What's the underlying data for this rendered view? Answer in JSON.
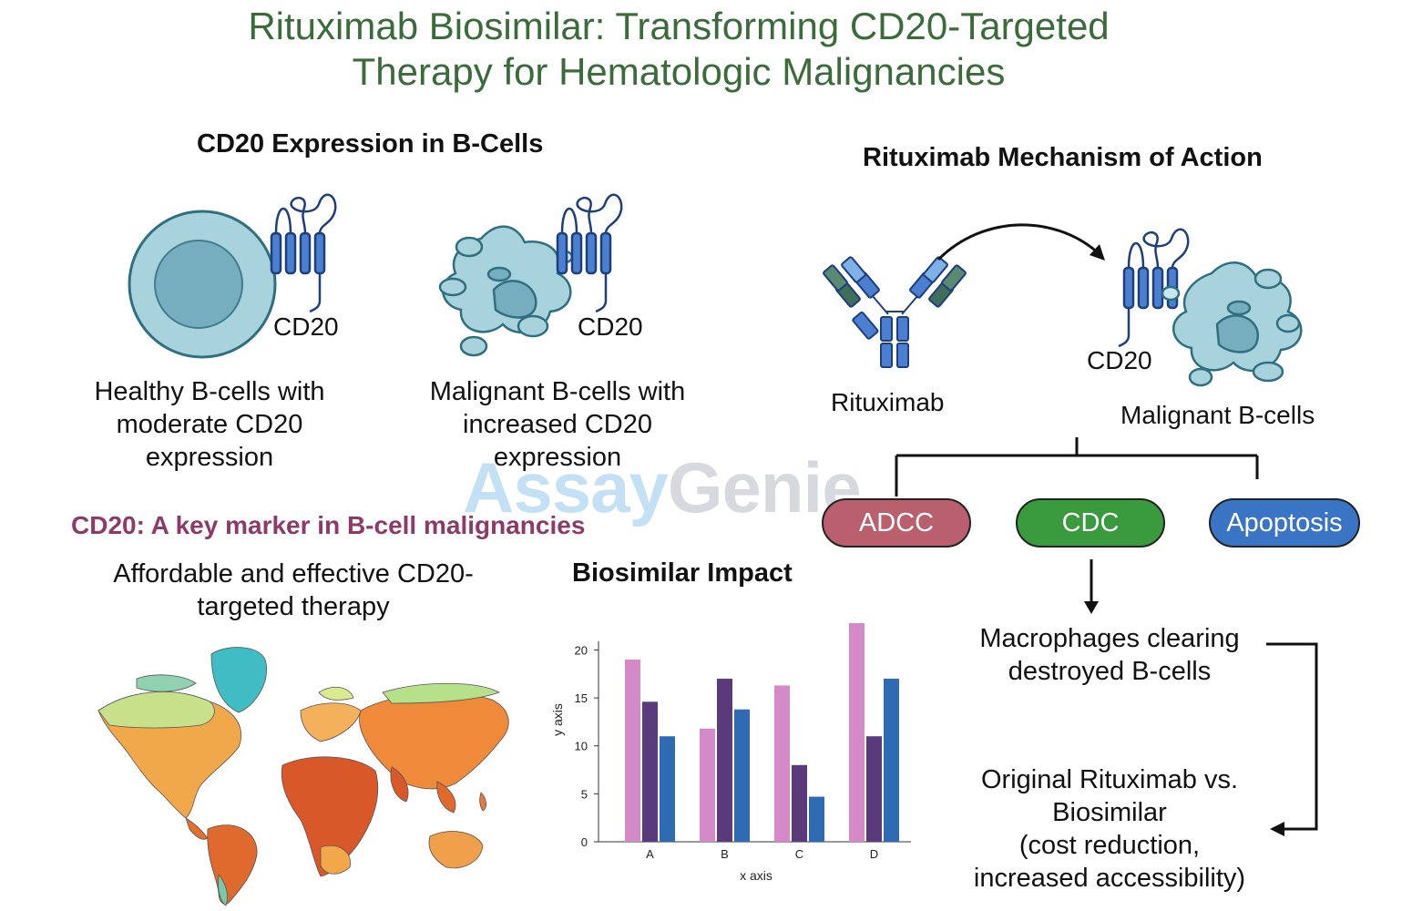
{
  "title": {
    "line1": "Rituximab Biosimilar: Transforming CD20-Targeted",
    "line2": "Therapy for Hematologic Malignancies"
  },
  "cd20_section": {
    "heading": "CD20 Expression in B-Cells",
    "healthy": {
      "receptor_label": "CD20",
      "caption_l1": "Healthy B-cells with",
      "caption_l2": "moderate CD20",
      "caption_l3": "expression"
    },
    "malignant": {
      "receptor_label": "CD20",
      "caption_l1": "Malignant B-cells with",
      "caption_l2": "increased CD20",
      "caption_l3": "expression"
    }
  },
  "mechanism": {
    "heading": "Rituximab Mechanism of Action",
    "antibody_label": "Rituximab",
    "receptor_label": "CD20",
    "target_label": "Malignant B-cells",
    "pathways": [
      {
        "label": "ADCC",
        "color": "#b95f6e"
      },
      {
        "label": "CDC",
        "color": "#3a9a3e"
      },
      {
        "label": "Apoptosis",
        "color": "#3a74c4"
      }
    ],
    "outcome": {
      "l1": "Macrophages clearing",
      "l2": "destroyed B-cells"
    },
    "comparison": {
      "l1": "Original Rituximab vs.",
      "l2": "Biosimilar",
      "l3": "(cost reduction,",
      "l4": "increased accessibility)"
    }
  },
  "marker_heading": "CD20: A key marker in B-cell malignancies",
  "map_caption": {
    "l1": "Affordable and effective CD20-",
    "l2": "targeted therapy"
  },
  "watermark": {
    "part1": "Assay",
    "part2": "Genie"
  },
  "chart_heading": "Biosimilar Impact",
  "chart_data": {
    "type": "bar",
    "categories": [
      "A",
      "B",
      "C",
      "D"
    ],
    "series": [
      {
        "values": [
          19,
          11.8,
          16.3,
          22.8
        ],
        "color": "#d48ac8"
      },
      {
        "values": [
          14.6,
          17,
          8,
          11
        ],
        "color": "#5a3a7a"
      },
      {
        "values": [
          11,
          13.8,
          4.7,
          17
        ],
        "color": "#2e6bb3"
      }
    ],
    "xlabel": "x axis",
    "ylabel": "y axis",
    "ylim": [
      0,
      22.8
    ],
    "yticks": [
      0,
      5,
      10,
      15,
      20
    ]
  }
}
